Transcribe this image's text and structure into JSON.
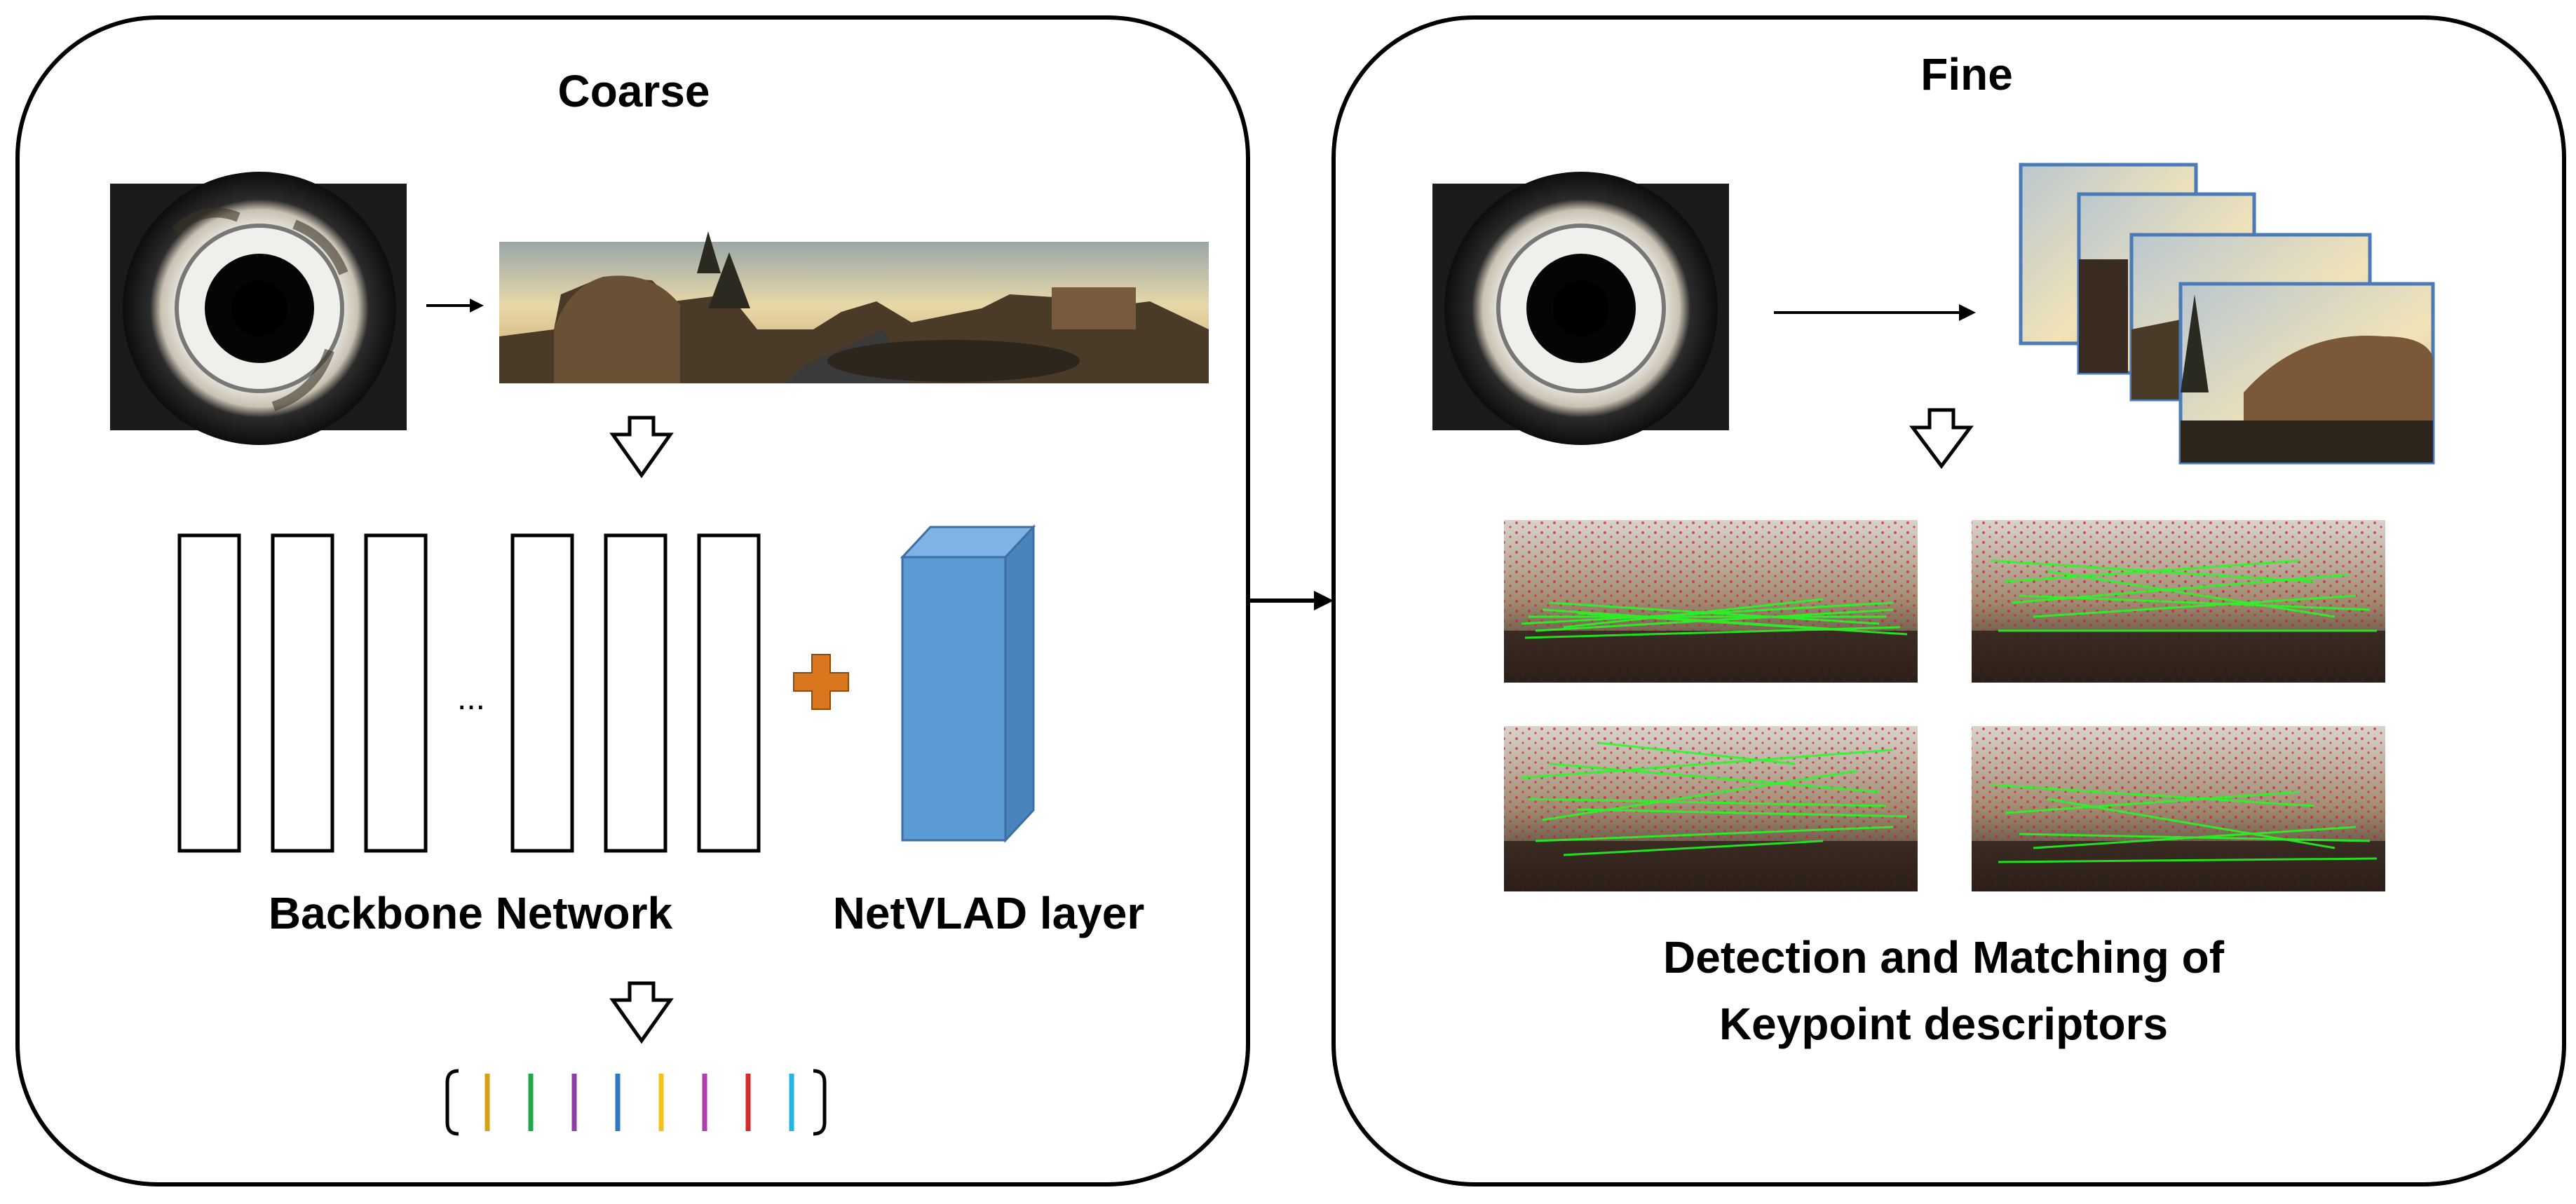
{
  "panels": {
    "coarse": {
      "title": "Coarse",
      "backbone_label": "Backbone Network",
      "netvlad_label": "NetVLAD layer",
      "ellipsis": "...",
      "descriptor_colors": [
        "#d8a017",
        "#1fa84a",
        "#8e3fa6",
        "#2f78c4",
        "#f2c218",
        "#b23db0",
        "#d42a2a",
        "#23b4e6"
      ]
    },
    "fine": {
      "title": "Fine",
      "result_label_line1": "Detection and Matching of",
      "result_label_line2": "Keypoint descriptors"
    }
  },
  "colors": {
    "plus_sign": "#d9761e",
    "netvlad_front": "#5b9bd5",
    "netvlad_side": "#4a84bd",
    "netvlad_top": "#7fb2e5",
    "match_lines": "#20ff20",
    "keypoints": "#e0103a"
  },
  "icons": {
    "fisheye": "fisheye-image-icon",
    "panorama": "panorama-image-icon",
    "arrow_down": "hollow-arrow-down-icon",
    "plus": "plus-icon"
  }
}
